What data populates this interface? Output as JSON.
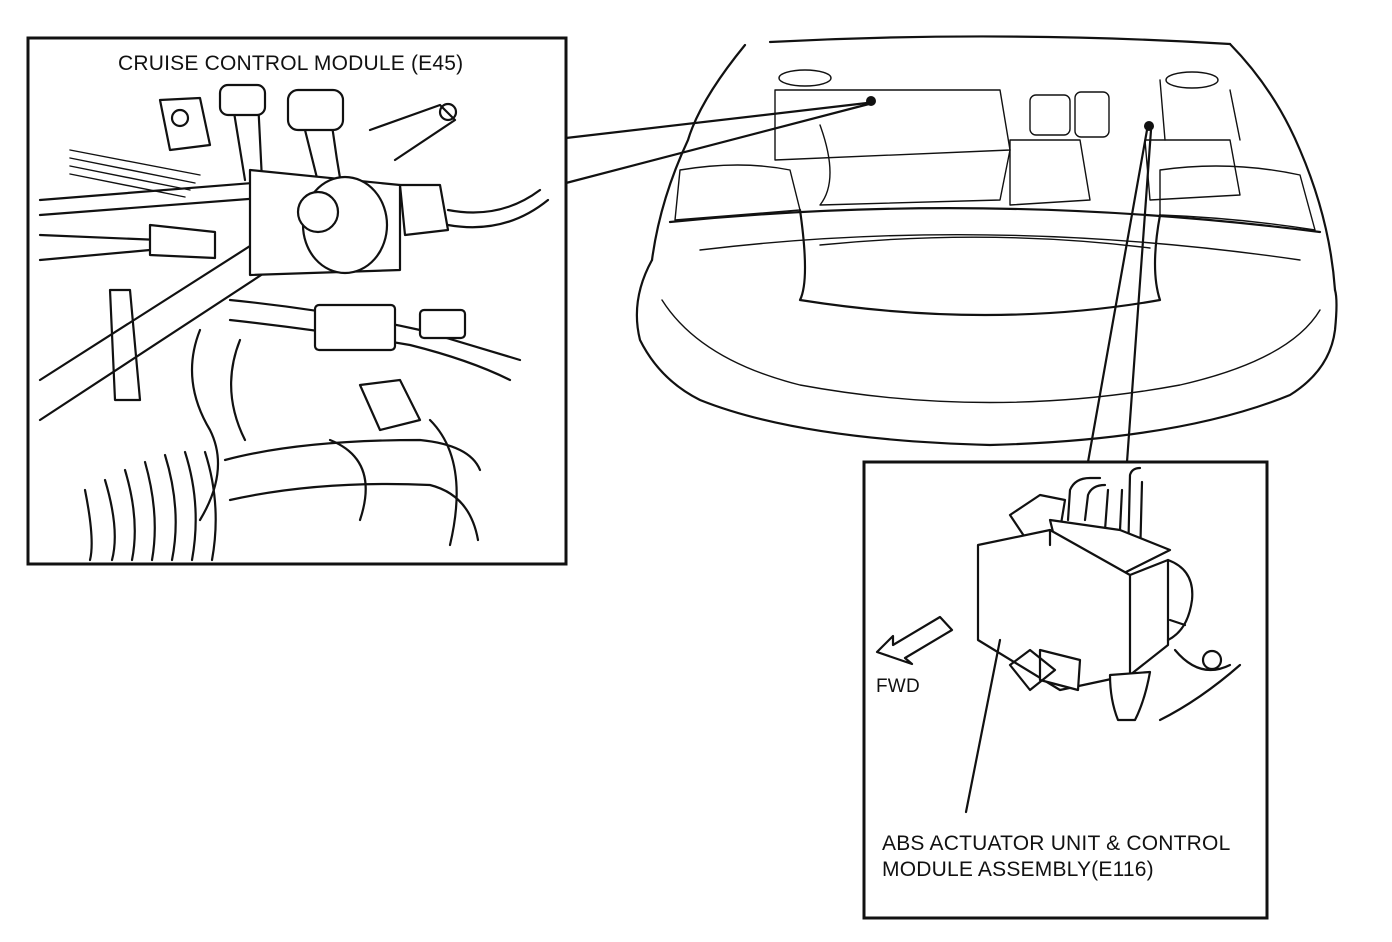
{
  "labels": {
    "cruise_module": "CRUISE CONTROL MODULE (E45)",
    "abs_line1": "ABS ACTUATOR UNIT & CONTROL",
    "abs_line2": "MODULE ASSEMBLY(E116)",
    "fwd": "FWD"
  },
  "colors": {
    "ink": "#111111",
    "paper": "#ffffff"
  }
}
